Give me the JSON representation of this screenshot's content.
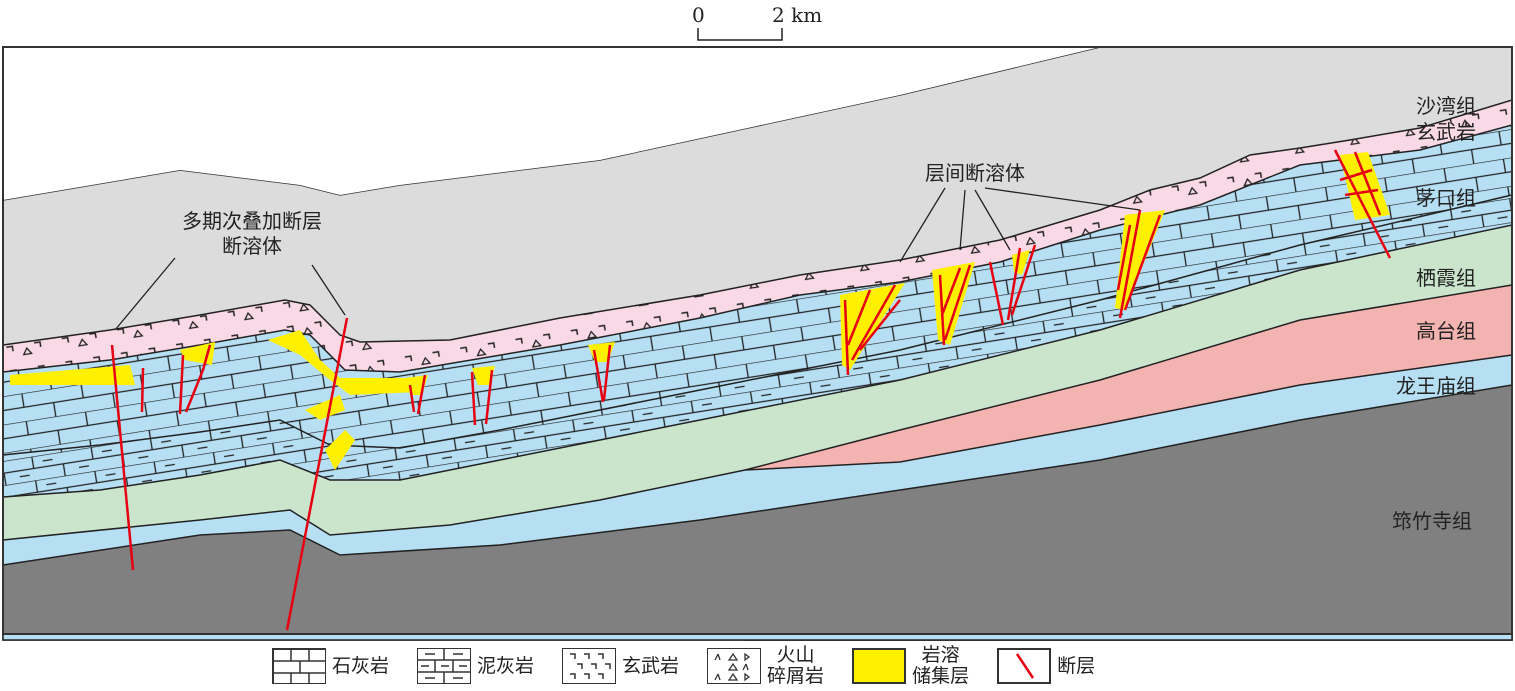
{
  "scale_bar": {
    "start": "0",
    "end": "2 km"
  },
  "formations": {
    "shawan": "沙湾组",
    "basalt": "玄武岩",
    "maokou": "茅口组",
    "qixia": "栖霞组",
    "gaotai": "高台组",
    "longwangmiao": "龙王庙组",
    "qiongzhusi": "筇竹寺组"
  },
  "annotations": {
    "multi_fault_line1": "多期次叠加断层",
    "multi_fault_line2": "断溶体",
    "interlayer": "层间断溶体"
  },
  "legend": {
    "limestone": "石灰岩",
    "marl": "泥灰岩",
    "basalt": "玄武岩",
    "volcanic_line1": "火山",
    "volcanic_line2": "碎屑岩",
    "karst_line1": "岩溶",
    "karst_line2": "储集层",
    "fault": "断层"
  },
  "colors": {
    "overburden": "#dcdcdc",
    "basalt": "#f8d9e5",
    "limestone": "#b6dff4",
    "qixia": "#cbe5cd",
    "gaotai": "#f3b3b1",
    "qiongzhusi": "#808080",
    "karst": "#fff000",
    "fault": "#e60012"
  }
}
